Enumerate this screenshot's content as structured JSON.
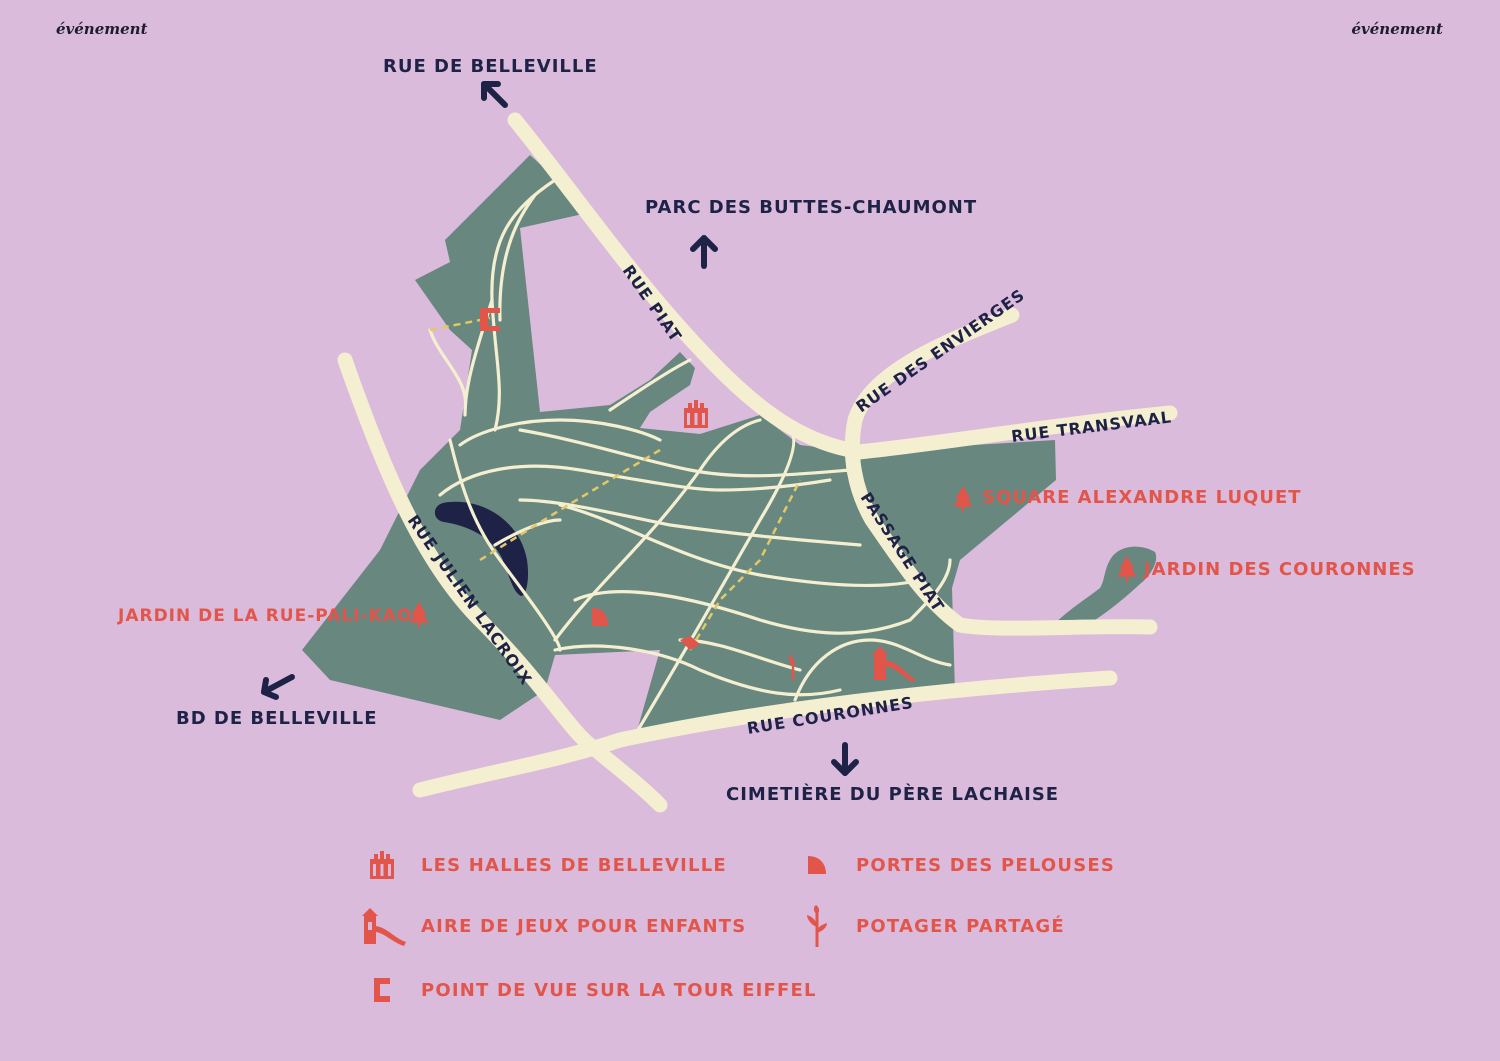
{
  "header": {
    "left": "événement",
    "right": "événement"
  },
  "colors": {
    "background": "#dbbbdb",
    "park": "#68877f",
    "road": "#f4efd0",
    "label_navy": "#1f2247",
    "label_red": "#e2554a",
    "pond": "#1f2247"
  },
  "map": {
    "directions": {
      "rue_de_belleville": "RUE DE BELLEVILLE",
      "parc_buttes_chaumont": "PARC DES BUTTES-CHAUMONT",
      "bd_de_belleville": "BD DE BELLEVILLE",
      "cimetiere": "CIMETIÈRE DU PÈRE LACHAISE"
    },
    "streets": {
      "rue_piat": "RUE PIAT",
      "rue_des_envierges": "RUE DES ENVIERGES",
      "rue_transvaal": "RUE TRANSVAAL",
      "passage_piat": "PASSAGE PIAT",
      "rue_julien_lacroix": "RUE JULIEN LACROIX",
      "rue_couronnes": "RUE COURONNES"
    },
    "places": {
      "square_alexandre_luquet": "SQUARE ALEXANDRE LUQUET",
      "jardin_des_couronnes": "JARDIN DES COURONNES",
      "jardin_rue_pali_kao": "JARDIN DE LA RUE-PALI-KAO"
    }
  },
  "legend": [
    {
      "icon": "market-hall-icon",
      "label": "LES HALLES DE BELLEVILLE"
    },
    {
      "icon": "lawn-gate-icon",
      "label": "PORTES DES PELOUSES"
    },
    {
      "icon": "playground-slide-icon",
      "label": "AIRE DE JEUX POUR ENFANTS"
    },
    {
      "icon": "plant-sprout-icon",
      "label": "POTAGER PARTAGÉ"
    },
    {
      "icon": "viewpoint-bracket-icon",
      "label": "POINT DE VUE SUR LA TOUR EIFFEL"
    }
  ]
}
